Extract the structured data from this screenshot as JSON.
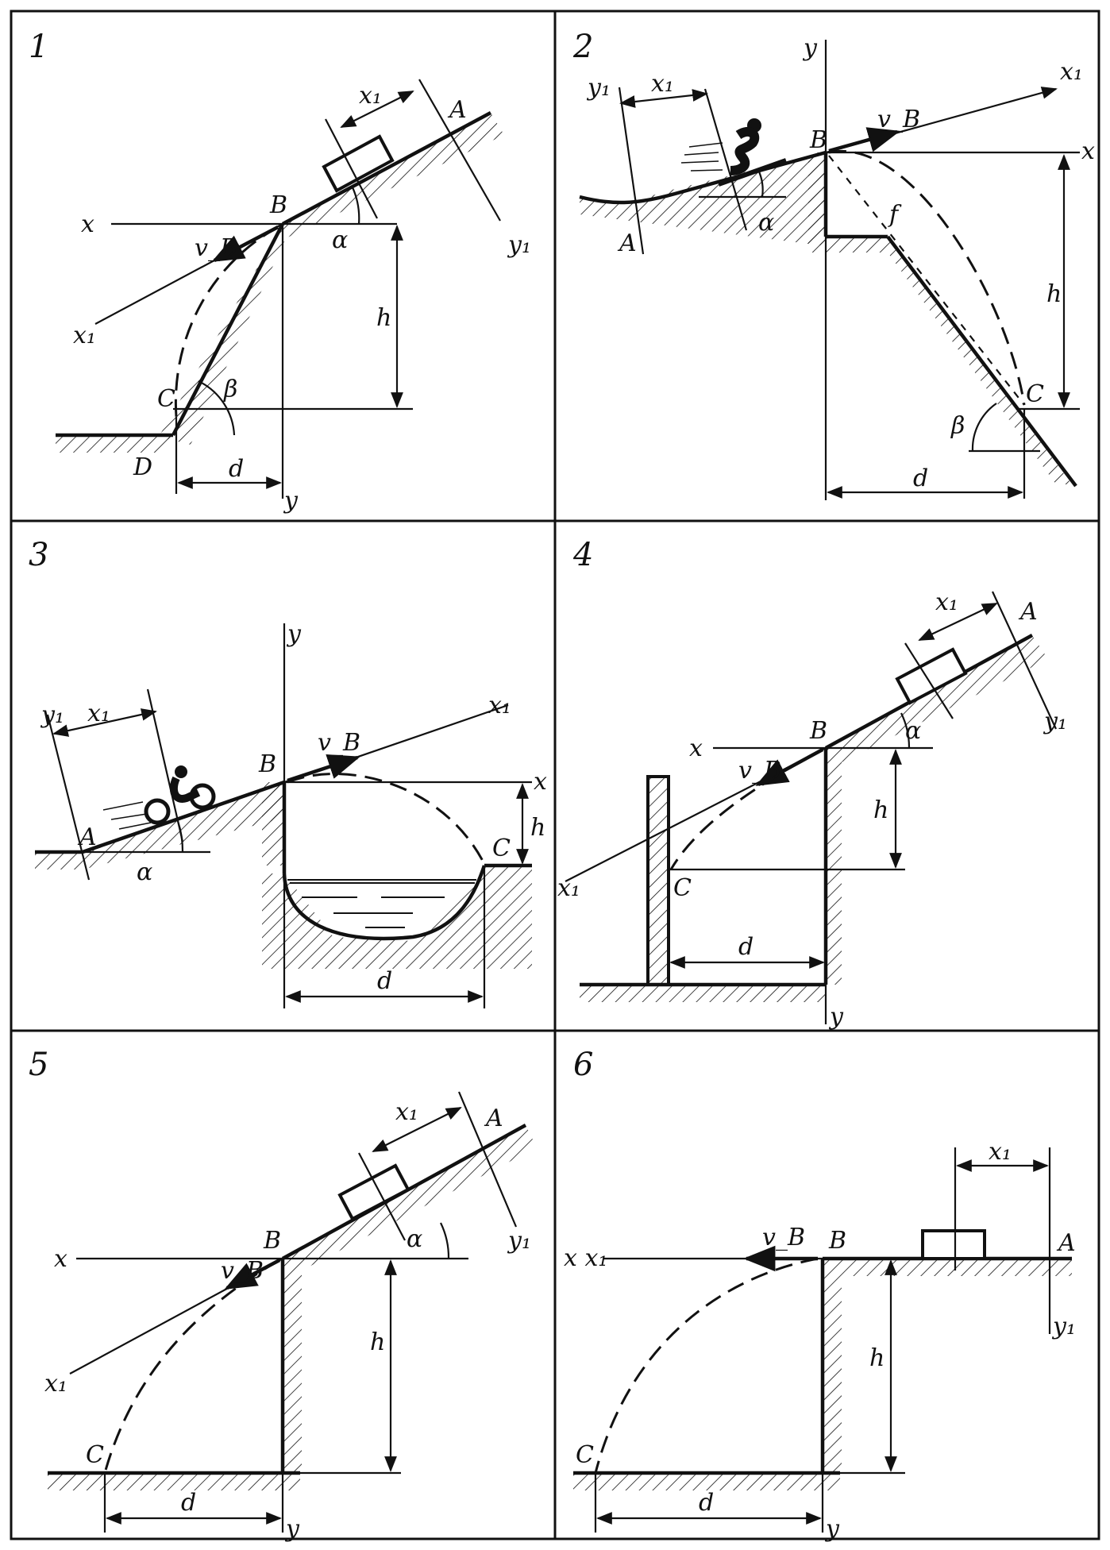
{
  "panels": [
    {
      "number": "1",
      "labels": {
        "x1_dist": "x₁",
        "A": "A",
        "y1": "y₁",
        "B": "B",
        "x": "x",
        "vB": "v_B",
        "alpha": "α",
        "x1_axis": "x₁",
        "h": "h",
        "C": "C",
        "beta": "β",
        "D": "D",
        "d": "d",
        "y": "y"
      }
    },
    {
      "number": "2",
      "labels": {
        "y_axis": "y",
        "y1": "y₁",
        "x1_dist": "x₁",
        "x1_axis": "x₁",
        "vB": "v_B",
        "B": "B",
        "x": "x",
        "A": "A",
        "alpha": "α",
        "f": "f",
        "h": "h",
        "C": "C",
        "beta": "β",
        "d": "d"
      }
    },
    {
      "number": "3",
      "labels": {
        "y_axis": "y",
        "x1_axis": "x₁",
        "y1": "y₁",
        "x1_dist": "x₁",
        "vB": "v_B",
        "B": "B",
        "x": "x",
        "h": "h",
        "C": "C",
        "A": "A",
        "alpha": "α",
        "d": "d"
      }
    },
    {
      "number": "4",
      "labels": {
        "x1_dist": "x₁",
        "A": "A",
        "y1": "y₁",
        "x": "x",
        "B": "B",
        "alpha": "α",
        "vB": "v_B",
        "h": "h",
        "x1_axis": "x₁",
        "C": "C",
        "d": "d",
        "y": "y"
      }
    },
    {
      "number": "5",
      "labels": {
        "x1_dist": "x₁",
        "A": "A",
        "y1": "y₁",
        "x": "x",
        "B": "B",
        "alpha": "α",
        "vB": "v_B",
        "x1_axis": "x₁",
        "h": "h",
        "C": "C",
        "d": "d",
        "y": "y"
      }
    },
    {
      "number": "6",
      "labels": {
        "x1_dist": "x₁",
        "vB": "v_B",
        "B": "B",
        "A": "A",
        "xx1": "x x₁",
        "y1": "y₁",
        "h": "h",
        "C": "C",
        "d": "d",
        "y": "y"
      }
    }
  ]
}
